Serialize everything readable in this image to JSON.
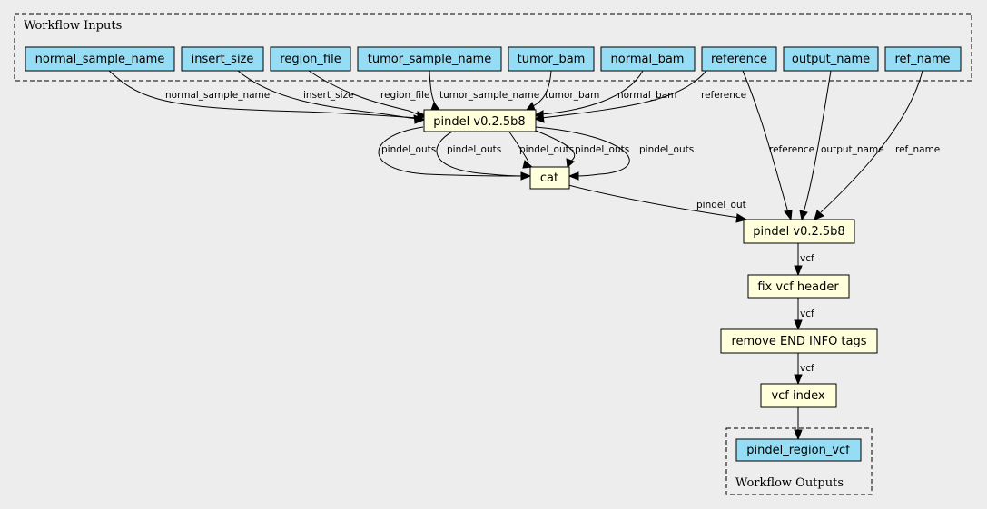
{
  "clusters": {
    "inputs_label": "Workflow Inputs",
    "outputs_label": "Workflow Outputs"
  },
  "inputs": [
    "normal_sample_name",
    "insert_size",
    "region_file",
    "tumor_sample_name",
    "tumor_bam",
    "normal_bam",
    "reference",
    "output_name",
    "ref_name"
  ],
  "steps": {
    "pindel1": "pindel v0.2.5b8",
    "cat": "cat",
    "pindel2": "pindel v0.2.5b8",
    "fix": "fix vcf header",
    "remove": "remove END INFO tags",
    "index": "vcf index"
  },
  "output": "pindel_region_vcf",
  "edge_labels": {
    "normal_sample_name": "normal_sample_name",
    "insert_size": "insert_size",
    "region_file": "region_file",
    "tumor_sample_name": "tumor_sample_name",
    "tumor_bam": "tumor_bam",
    "normal_bam": "normal_bam",
    "reference_to_pindel1": "reference",
    "pindel_outs": [
      "pindel_outs",
      "pindel_outs",
      "pindel_outs",
      "pindel_outs",
      "pindel_outs"
    ],
    "pindel_out": "pindel_out",
    "reference_to_pindel2": "reference",
    "output_name": "output_name",
    "ref_name": "ref_name",
    "vcf1": "vcf",
    "vcf2": "vcf",
    "vcf3": "vcf"
  }
}
